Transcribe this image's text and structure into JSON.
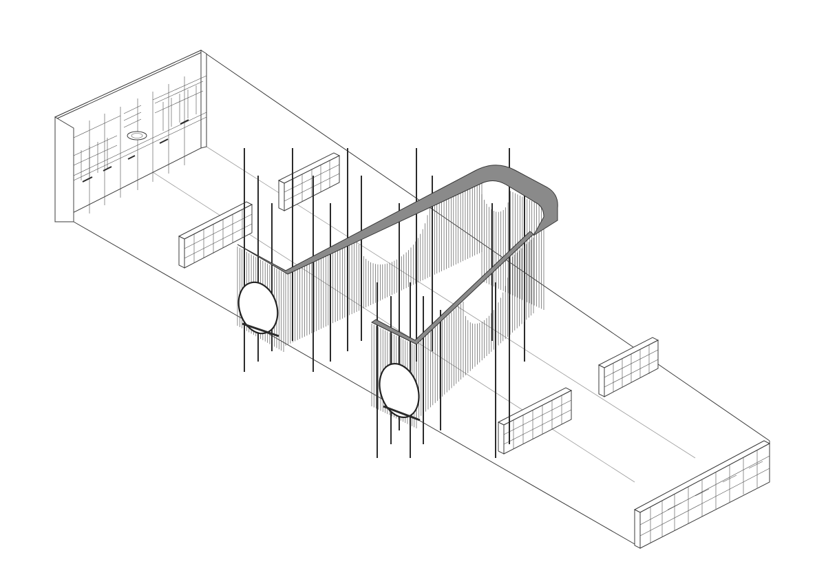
{
  "drawing": {
    "kind": "isometric furniture and partition drawing",
    "line_color": "#3a3a3a",
    "rail_color": "#8a8a8a",
    "background": "#ffffff"
  },
  "elements": {
    "back_wall_cabinets": "cabinet-wall",
    "screens": [
      "slatted-screen-with-arches",
      "slatted-screen-with-round-opening"
    ],
    "shelving_units": 4,
    "low_bench": "bench-with-shelving"
  }
}
